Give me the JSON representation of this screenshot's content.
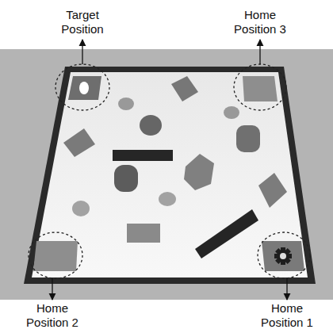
{
  "diagram": {
    "labels": [
      "Target Position",
      "Home Position 3",
      "Home Position 2",
      "Home Position 1"
    ]
  }
}
